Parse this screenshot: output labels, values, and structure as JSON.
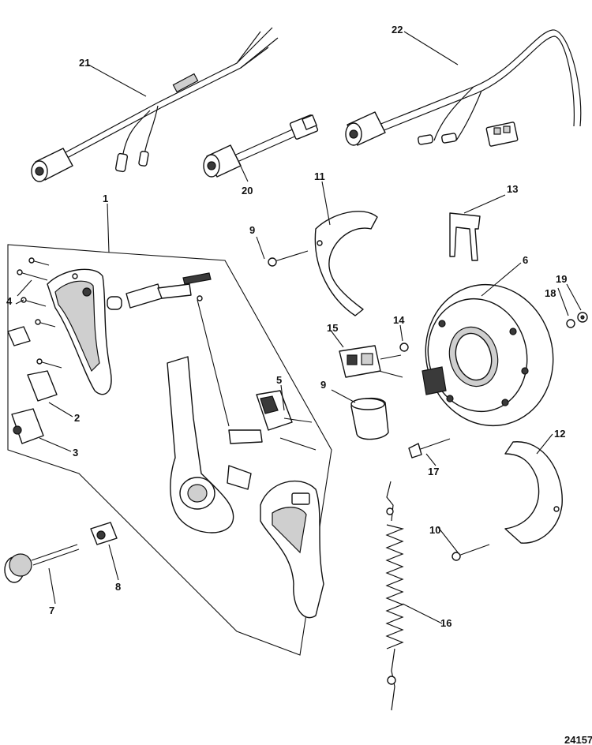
{
  "figure_number": "24157",
  "callouts": {
    "c1": "1",
    "c2": "2",
    "c3": "3",
    "c4": "4",
    "c5": "5",
    "c6": "6",
    "c7": "7",
    "c8": "8",
    "c9a": "9",
    "c9b": "9",
    "c10": "10",
    "c11": "11",
    "c12": "12",
    "c13": "13",
    "c14": "14",
    "c15": "15",
    "c16": "16",
    "c17": "17",
    "c18": "18",
    "c19": "19",
    "c20": "20",
    "c21": "21",
    "c22": "22"
  }
}
